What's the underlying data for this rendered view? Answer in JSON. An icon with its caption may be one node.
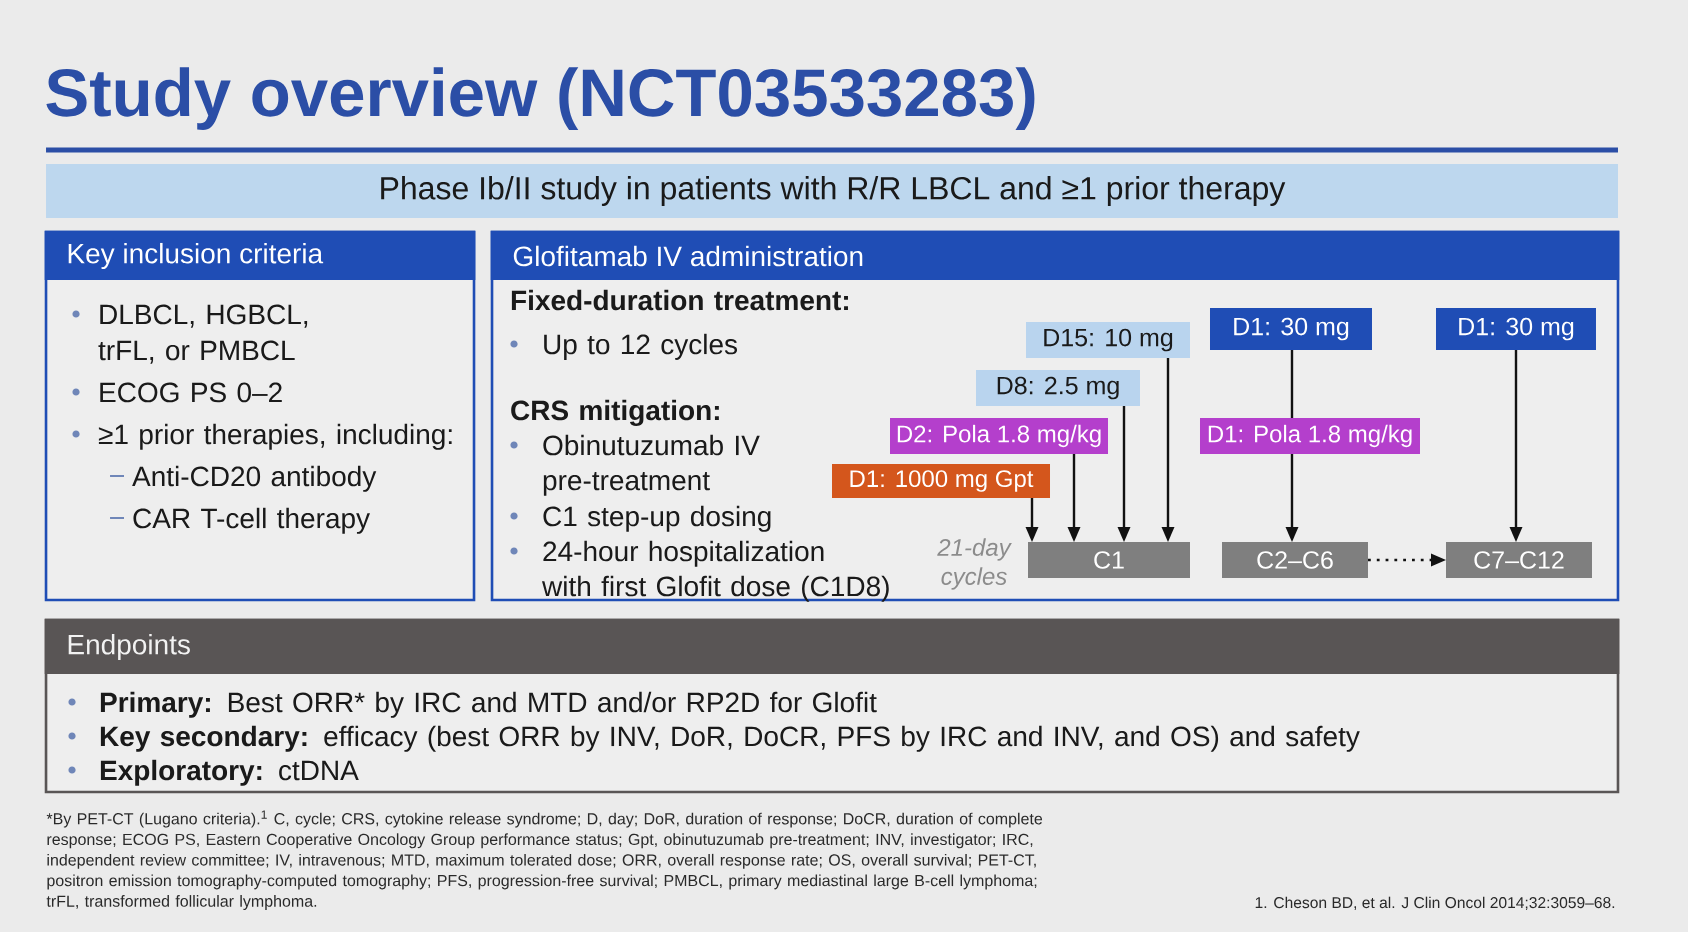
{
  "diagram": {
    "title": "Study overview (NCT03533283)",
    "nodes": [
      {
        "text": [
          "Phase Ib/II study in patients with R/R LBCL and ≥1 prior therapy"
        ]
      },
      {
        "text": [
          "Key inclusion criteria",
          "DLBCL, HGBCL, trFL, or PMBCL",
          "ECOG PS 0–2",
          "≥1 prior therapies, including:",
          "Anti-CD20 antibody",
          "CAR T-cell therapy"
        ]
      },
      {
        "text": [
          "Glofitamab IV administration",
          "Fixed-duration treatment:",
          "Up to 12 cycles",
          "CRS mitigation:",
          "Obinutuzumab IV pre-treatment",
          "C1 step-up dosing",
          "24-hour hospitalization with first Glofit dose (C1D8)"
        ]
      },
      {
        "text": [
          "D1: 30 mg"
        ],
        "in": 2
      },
      {
        "text": [
          "D1: 30 mg"
        ],
        "in": 2
      },
      {
        "text": [
          "D15: 10 mg"
        ],
        "in": 2
      },
      {
        "text": [
          "D8: 2.5 mg"
        ],
        "in": 2
      },
      {
        "text": [
          "D2: Pola 1.8 mg/kg"
        ],
        "in": 2
      },
      {
        "text": [
          "D1: Pola 1.8 mg/kg"
        ],
        "in": 2
      },
      {
        "text": [
          "D1: 1000 mg Gpt"
        ],
        "in": 2
      },
      {
        "text": [
          "C1"
        ],
        "in": 2
      },
      {
        "text": [
          "C2–C6"
        ],
        "in": 2
      },
      {
        "text": [
          "C7–C12"
        ],
        "in": 2
      },
      {
        "text": [
          "Endpoints",
          "**Primary:** Best ORR* by IRC and MTD and/or RP2D for Glofit",
          "**Key secondary:** efficacy (best ORR by INV, DoR, DoCR, PFS by IRC and INV, and OS) and safety",
          "**Exploratory:** ctDNA"
        ]
      }
    ],
    "edges": [
      {
        "from": 9,
        "to": 10,
        "arrow": "to"
      },
      {
        "from": 7,
        "to": 10,
        "arrow": "to"
      },
      {
        "from": 6,
        "to": 10,
        "arrow": "to"
      },
      {
        "from": 5,
        "to": 10,
        "arrow": "to"
      },
      {
        "from": 3,
        "to": 8,
        "arrow": "none"
      },
      {
        "from": 8,
        "to": 11,
        "arrow": "to"
      },
      {
        "from": 4,
        "to": 12,
        "arrow": "to"
      },
      {
        "from": 11,
        "to": 12,
        "arrow": "to",
        "style": "dashed"
      }
    ],
    "labels": [
      "21-day cycles",
      "*By PET-CT (Lugano criteria).$^{1}$ C, cycle; CRS, cytokine release syndrome; D, day; DoR, duration of response; DoCR, duration of complete response; ECOG PS, Eastern Cooperative Oncology Group performance status; Gpt, obinutuzumab pre-treatment; INV, investigator; IRC, independent review committee; IV, intravenous; MTD, maximum tolerated dose; ORR, overall response rate; OS, overall survival; PET-CT, positron emission tomography-computed tomography; PFS, progression-free survival; PMBCL, primary mediastinal large B-cell lymphoma; trFL, transformed follicular lymphoma.",
      "1. Cheson BD, et al. J Clin Oncol 2014;32:3059–68."
    ]
  }
}
